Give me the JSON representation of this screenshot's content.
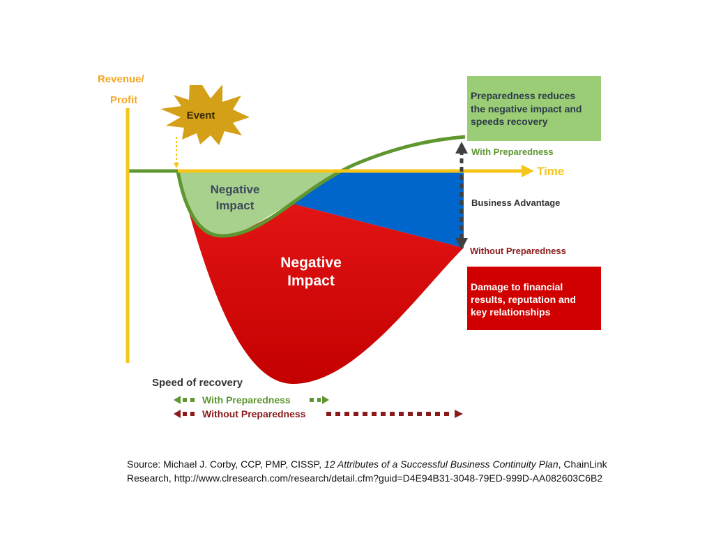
{
  "colors": {
    "axis_yellow": "#F5C518",
    "green_line": "#5E9630",
    "green_fill": "#A9D18E",
    "blue_fill": "#0066CC",
    "red_fill": "#DD1111",
    "dark_red": "#8B1A1A",
    "burst": "#D4A017",
    "green_box": "#9ACD75",
    "red_box": "#D00000",
    "arrow_dark": "#404040"
  },
  "axes": {
    "y_label_line1": "Revenue/",
    "y_label_line2": "Profit",
    "x_label": "Time"
  },
  "event": {
    "label": "Event"
  },
  "regions": {
    "small_impact_line1": "Negative",
    "small_impact_line2": "Impact",
    "big_impact_line1": "Negative",
    "big_impact_line2": "Impact"
  },
  "green_box": {
    "line1": "Preparedness reduces",
    "line2": "the negative impact and",
    "line3": "speeds recovery"
  },
  "red_box": {
    "line1": "Damage to financial",
    "line2": "results, reputation and",
    "line3": "key relationships"
  },
  "labels": {
    "with_preparedness": "With Preparedness",
    "business_advantage": "Business Advantage",
    "without_preparedness": "Without Preparedness"
  },
  "recovery": {
    "title": "Speed of recovery",
    "with_label": "With Preparedness",
    "without_label": "Without Preparedness"
  },
  "source": {
    "prefix": "Source: Michael J. Corby, CCP, PMP, CISSP, ",
    "title": "12 Attributes of a Successful Business Continuity Plan",
    "suffix": ", ChainLink Research, http://www.clresearch.com/research/detail.cfm?guid=D4E94B31-3048-79ED-999D-AA082603C6B2"
  }
}
